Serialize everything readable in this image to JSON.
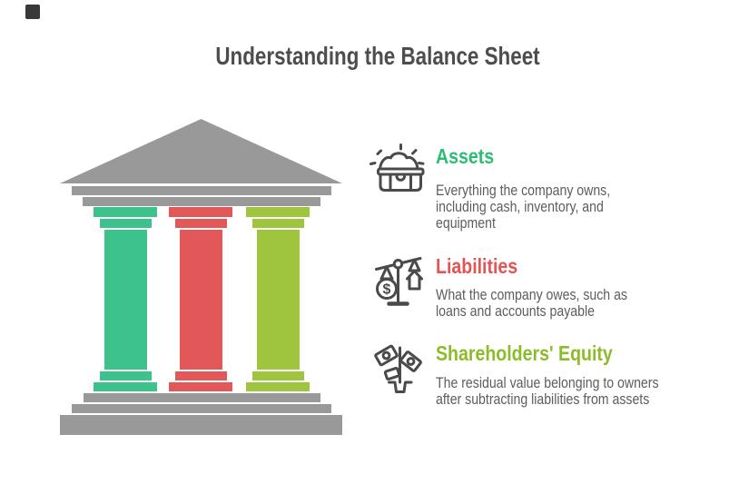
{
  "header": {
    "title": "Understanding the Balance Sheet",
    "title_color": "#4d4d4d"
  },
  "corner_mark": {
    "color": "#383838"
  },
  "palette": {
    "body_text": "#5d5d5d",
    "temple_gray": "#999999",
    "icon_stroke": "#4a4a4a",
    "background": "#ffffff"
  },
  "temple": {
    "pillar_colors": {
      "assets": "#3dc28c",
      "liabilities": "#e25757",
      "equity": "#9fc43e"
    }
  },
  "sections": [
    {
      "icon": "treasure-chest-icon",
      "title": "Assets",
      "color": "#2cbd72",
      "description": "Everything the company owns,\nincluding cash, inventory, and\nequipment"
    },
    {
      "icon": "balance-scale-icon",
      "title": "Liabilities",
      "color": "#e35454",
      "description": "What the company owes, such as\nloans and accounts payable"
    },
    {
      "icon": "money-tree-icon",
      "title": "Shareholders' Equity",
      "color": "#8cbc2a",
      "description": "The residual value belonging to owners\nafter subtracting liabilities from assets"
    }
  ]
}
